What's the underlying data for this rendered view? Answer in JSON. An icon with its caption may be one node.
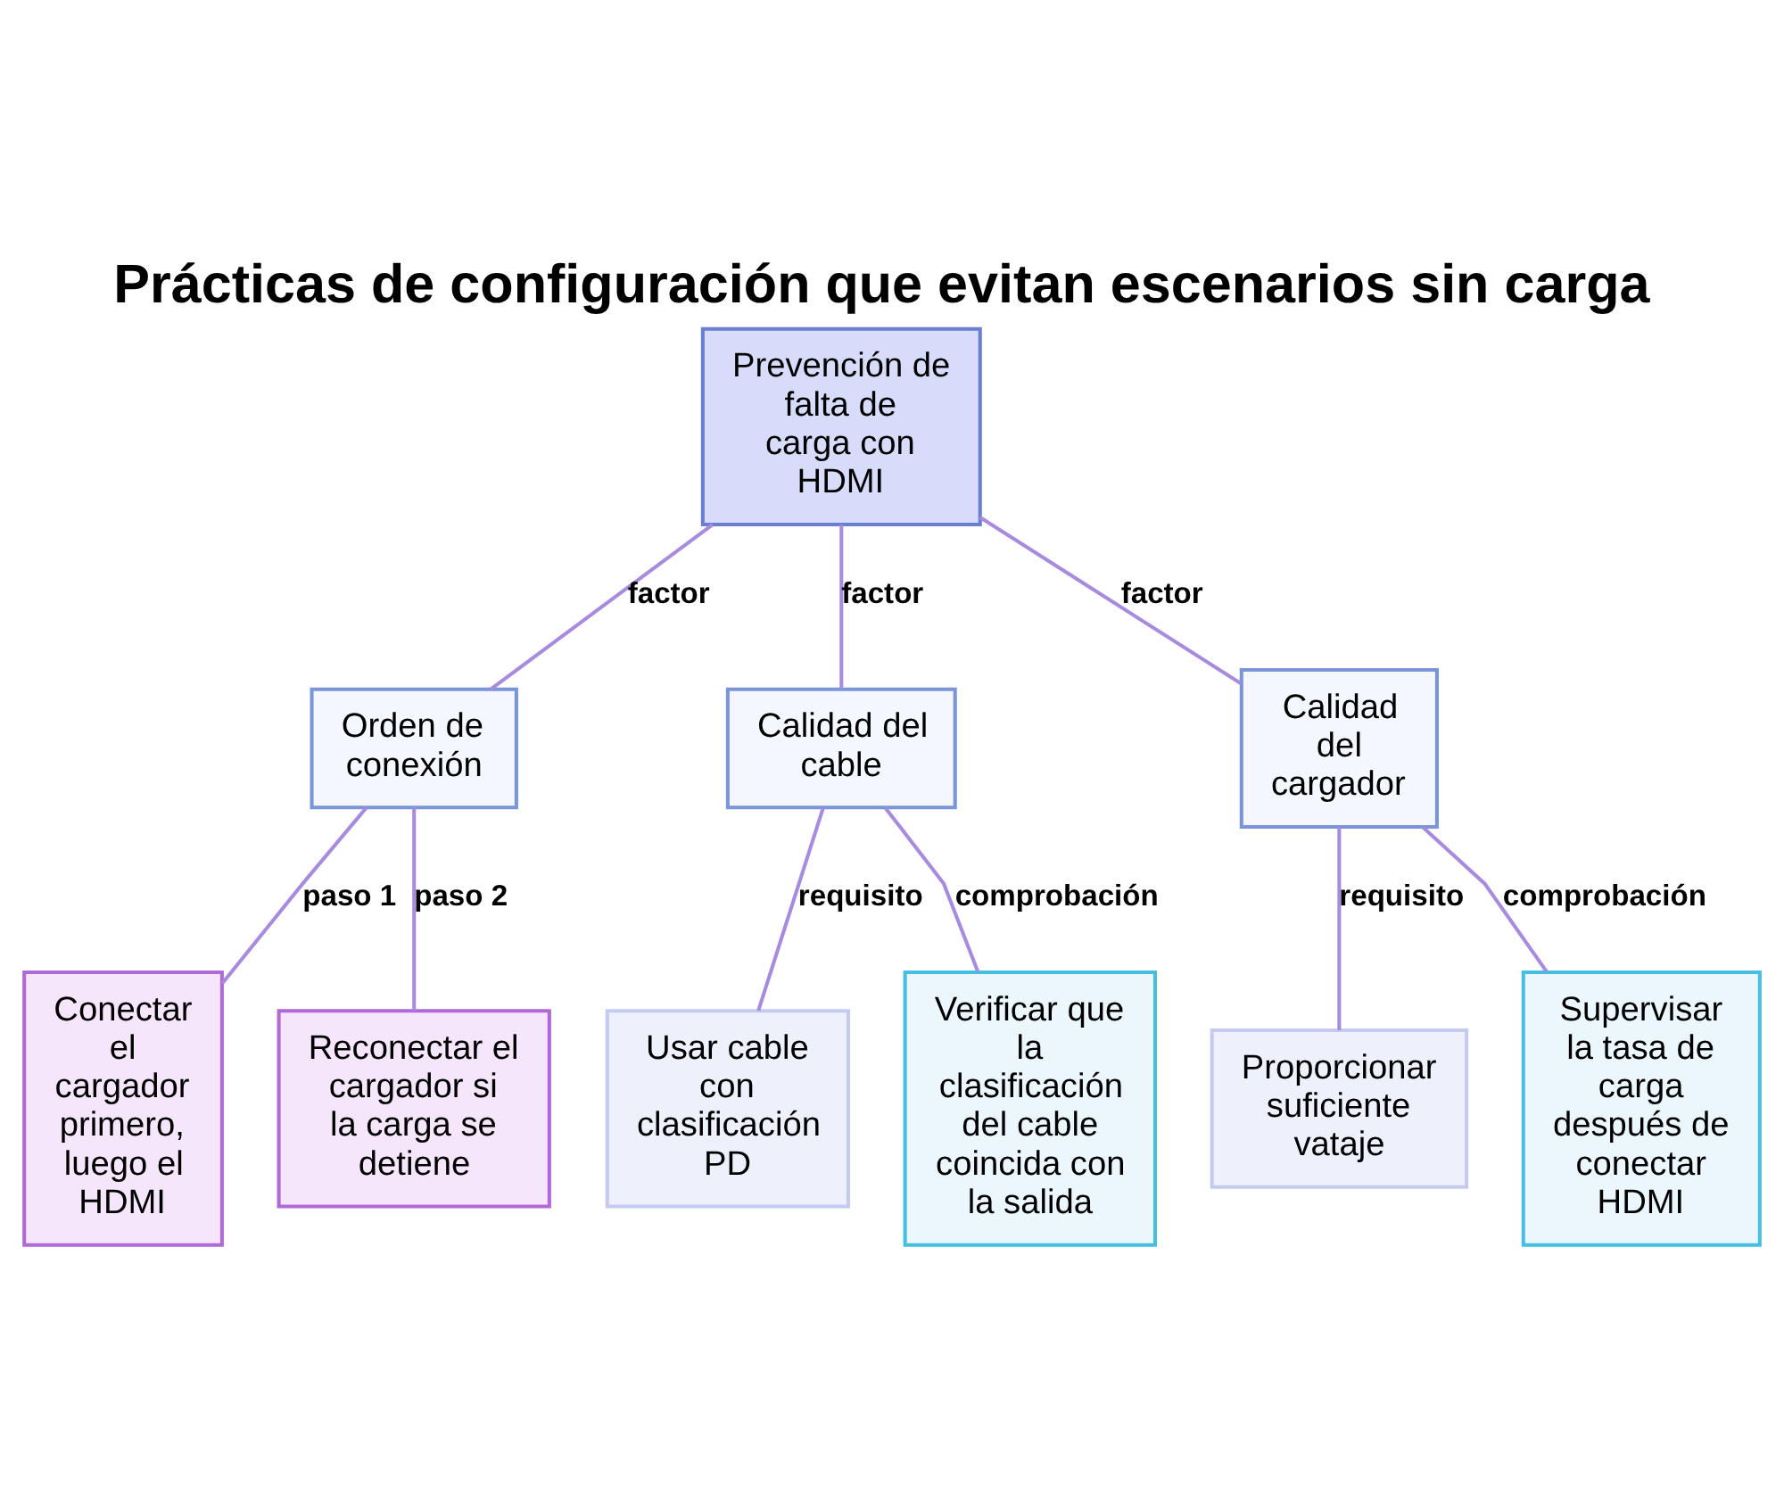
{
  "diagram": {
    "title": "Prácticas de configuración que evitan escenarios sin carga",
    "nodes": [
      {
        "text": [
          "Prevención de falta de carga con HDMI"
        ]
      },
      {
        "text": [
          "Orden de conexión"
        ]
      },
      {
        "text": [
          "Calidad del cable"
        ]
      },
      {
        "text": [
          "Calidad del cargador"
        ]
      },
      {
        "text": [
          "Conectar el cargador primero, luego el HDMI"
        ]
      },
      {
        "text": [
          "Reconectar el cargador si la carga se detiene"
        ]
      },
      {
        "text": [
          "Usar cable con clasificación PD"
        ]
      },
      {
        "text": [
          "Verificar que la clasificación del cable coincida con la salida"
        ]
      },
      {
        "text": [
          "Proporcionar suficiente vataje"
        ]
      },
      {
        "text": [
          "Supervisar la tasa de carga después de conectar HDMI"
        ]
      }
    ],
    "edges": [
      {
        "from": 0,
        "to": 1,
        "arrow": "none",
        "label": "factor"
      },
      {
        "from": 0,
        "to": 2,
        "arrow": "none",
        "label": "factor"
      },
      {
        "from": 0,
        "to": 3,
        "arrow": "none",
        "label": "factor"
      },
      {
        "from": 1,
        "to": 4,
        "arrow": "none",
        "label": "paso 1"
      },
      {
        "from": 1,
        "to": 5,
        "arrow": "none",
        "label": "paso 2"
      },
      {
        "from": 2,
        "to": 6,
        "arrow": "none",
        "label": "requisito"
      },
      {
        "from": 2,
        "to": 7,
        "arrow": "none",
        "label": "comprobación"
      },
      {
        "from": 3,
        "to": 8,
        "arrow": "none",
        "label": "requisito"
      },
      {
        "from": 3,
        "to": 9,
        "arrow": "none",
        "label": "comprobación"
      }
    ]
  }
}
